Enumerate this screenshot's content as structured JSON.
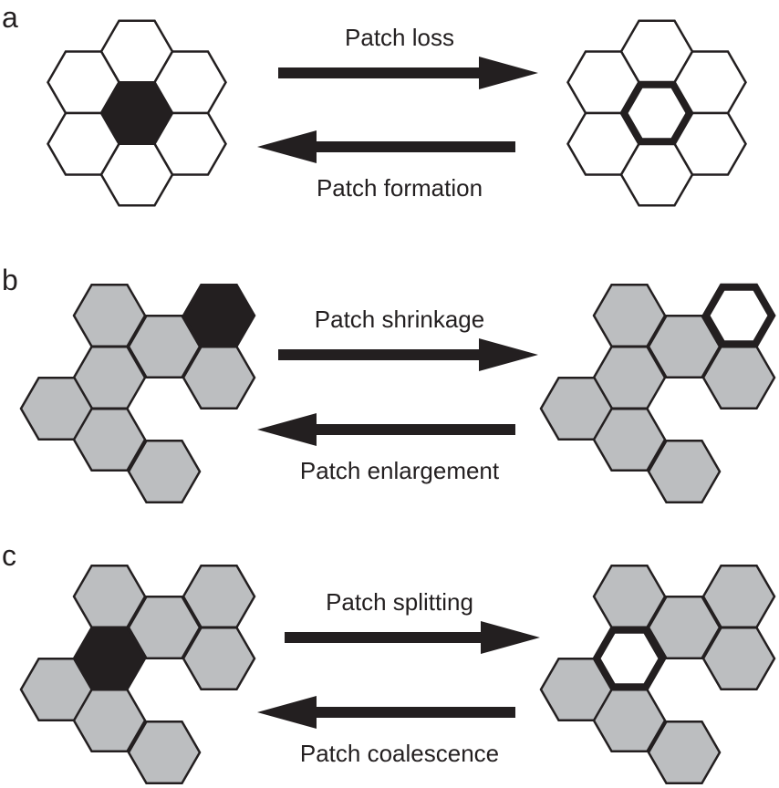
{
  "colors": {
    "stroke": "#231f20",
    "empty_fill": "#ffffff",
    "patch_fill": "#bcbec0",
    "focal_fill": "#231f20",
    "arrow_fill": "#231f20"
  },
  "panels": [
    {
      "letter": "a",
      "forward_label": "Patch loss",
      "reverse_label": "Patch formation",
      "left_state": "center-cell-occupied",
      "right_state": "center-cell-empty"
    },
    {
      "letter": "b",
      "forward_label": "Patch shrinkage",
      "reverse_label": "Patch enlargement",
      "left_state": "edge-cell-occupied",
      "right_state": "edge-cell-empty"
    },
    {
      "letter": "c",
      "forward_label": "Patch splitting",
      "reverse_label": "Patch coalescence",
      "left_state": "bridge-cell-occupied",
      "right_state": "bridge-cell-empty"
    }
  ]
}
